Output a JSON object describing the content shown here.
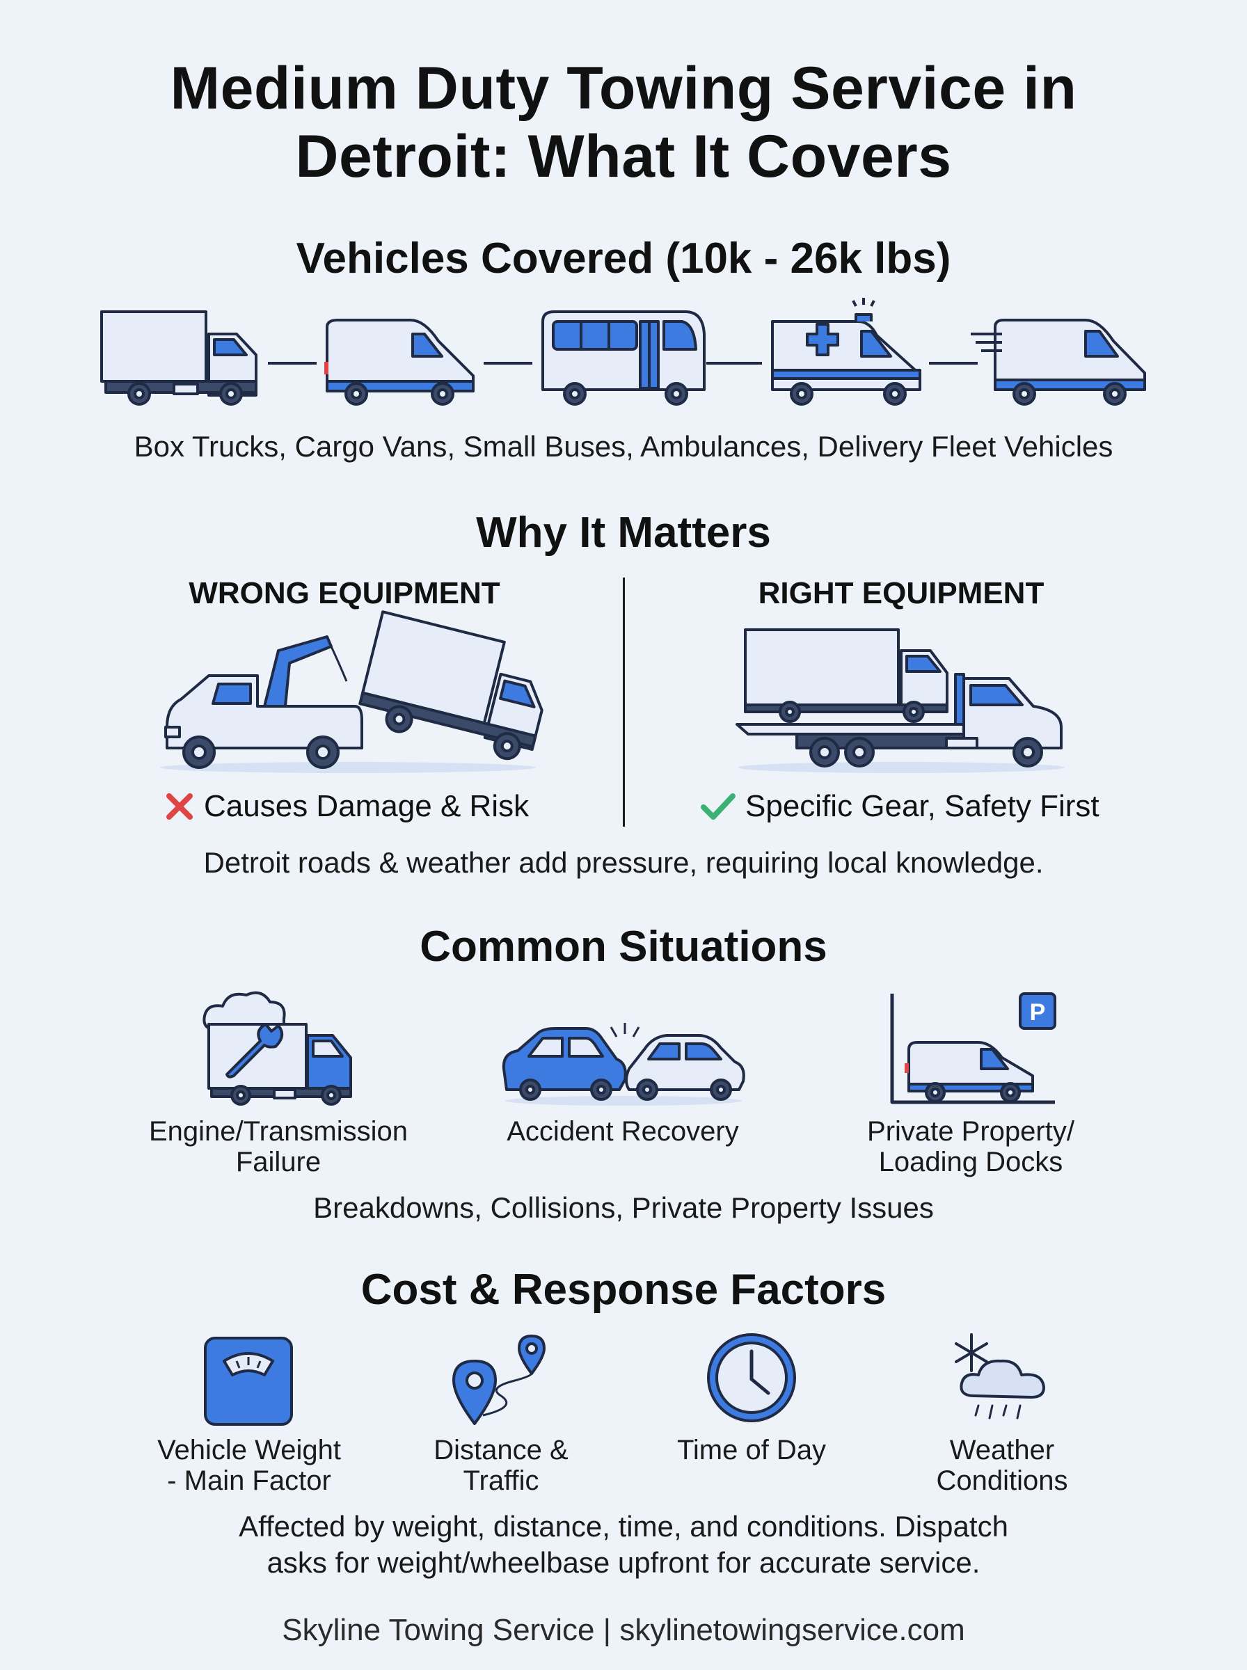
{
  "title": "Medium Duty Towing Service in Detroit: What It Covers",
  "vehicles": {
    "heading": "Vehicles Covered (10k - 26k lbs)",
    "icons": [
      "box-truck-icon",
      "cargo-van-icon",
      "small-bus-icon",
      "ambulance-icon",
      "delivery-van-icon"
    ],
    "caption": "Box Trucks, Cargo Vans, Small Buses, Ambulances, Delivery Fleet Vehicles"
  },
  "why": {
    "heading": "Why It Matters",
    "wrong": {
      "label": "WRONG EQUIPMENT",
      "status": "Causes Damage & Risk",
      "icon": "x-mark-icon"
    },
    "right": {
      "label": "RIGHT EQUIPMENT",
      "status": "Specific Gear, Safety First",
      "icon": "check-mark-icon"
    },
    "note": "Detroit roads & weather add pressure, requiring local knowledge."
  },
  "situations": {
    "heading": "Common Situations",
    "items": [
      {
        "label_line1": "Engine/Transmission",
        "label_line2": "Failure",
        "icon": "truck-wrench-icon"
      },
      {
        "label_line1": "Accident Recovery",
        "label_line2": "",
        "icon": "collision-icon"
      },
      {
        "label_line1": "Private Property/",
        "label_line2": "Loading Docks",
        "icon": "parking-van-icon"
      }
    ],
    "summary": "Breakdowns, Collisions, Private Property Issues"
  },
  "costs": {
    "heading": "Cost & Response Factors",
    "items": [
      {
        "label_line1": "Vehicle Weight",
        "label_line2": "- Main Factor",
        "icon": "scale-icon"
      },
      {
        "label_line1": "Distance &",
        "label_line2": "Traffic",
        "icon": "map-pin-route-icon"
      },
      {
        "label_line1": "Time of Day",
        "label_line2": "",
        "icon": "clock-icon"
      },
      {
        "label_line1": "Weather",
        "label_line2": "Conditions",
        "icon": "snow-cloud-icon"
      }
    ],
    "summary_line1": "Affected by weight, distance, time, and conditions. Dispatch",
    "summary_line2": "asks for weight/wheelbase upfront for accurate service."
  },
  "footer": "Skyline Towing Service | skylinetowingservice.com",
  "colors": {
    "accent": "#3d7be0",
    "outline": "#1f2a44",
    "light": "#e6edf8",
    "bg": "#eef3fa"
  }
}
